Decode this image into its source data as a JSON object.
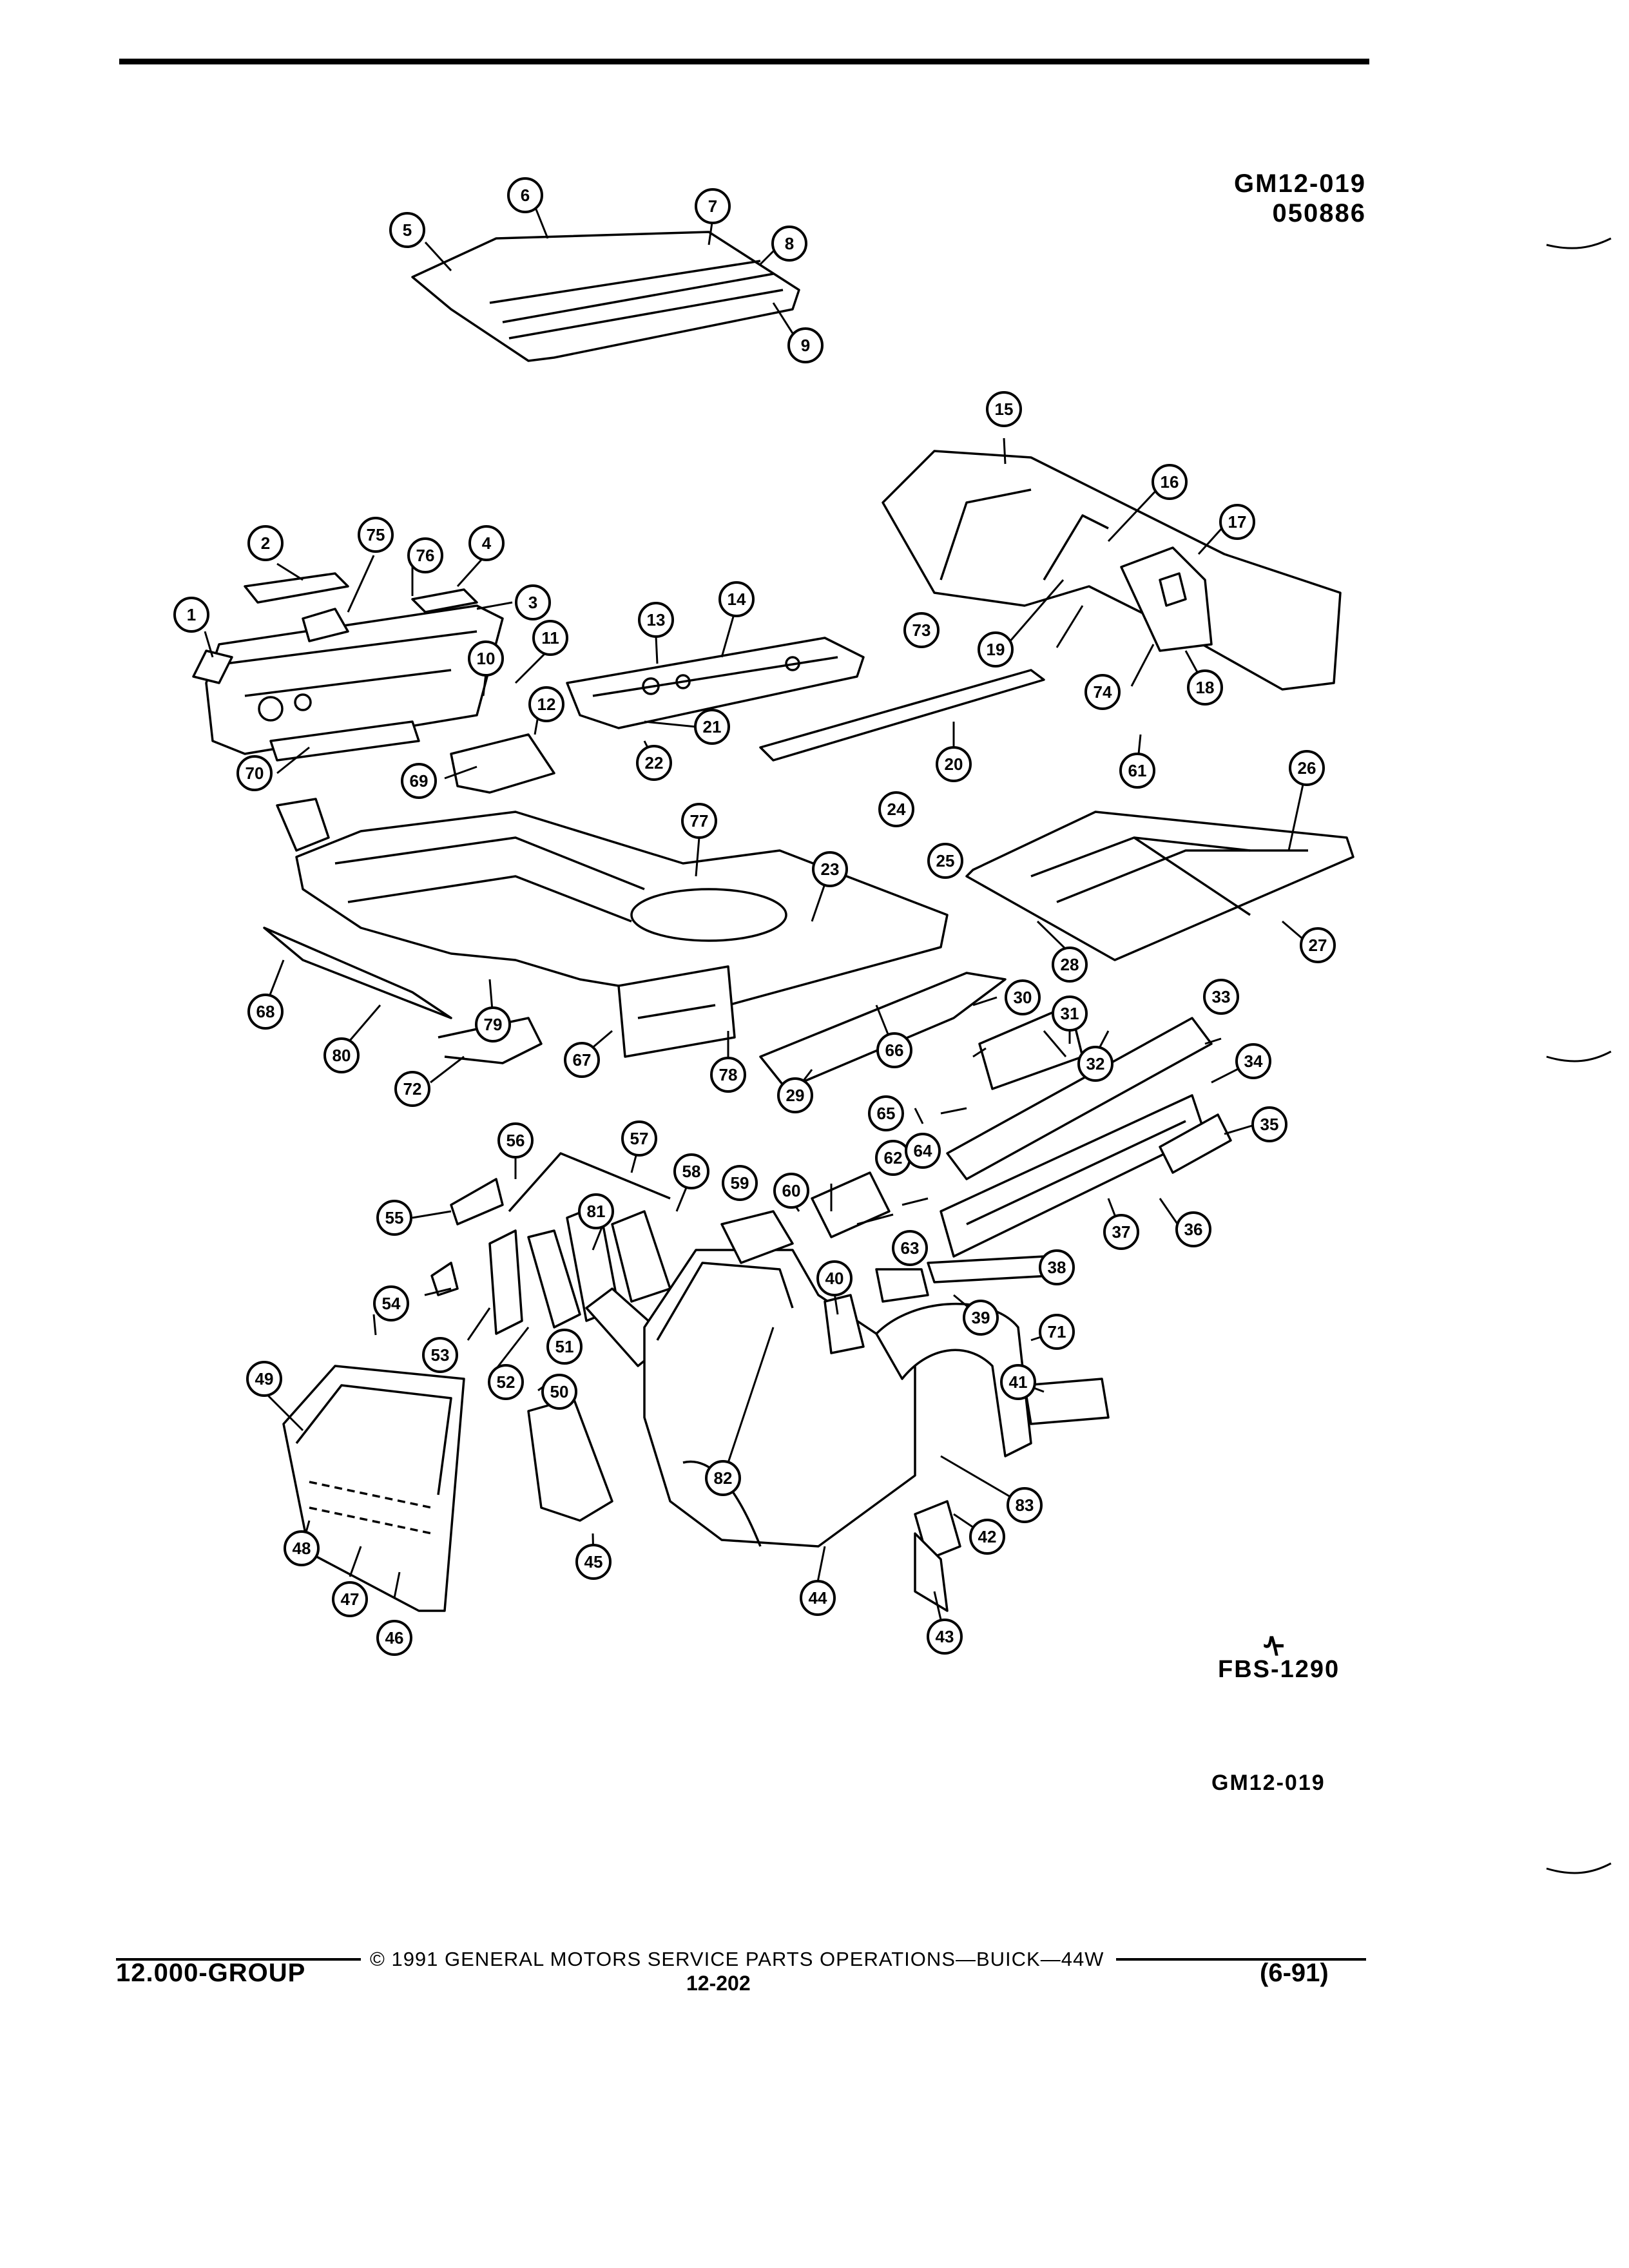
{
  "header": {
    "code": "GM12-019",
    "date_code": "050886"
  },
  "callouts": [
    "1",
    "2",
    "3",
    "4",
    "5",
    "6",
    "7",
    "8",
    "9",
    "10",
    "11",
    "12",
    "13",
    "14",
    "15",
    "16",
    "17",
    "18",
    "19",
    "20",
    "21",
    "22",
    "23",
    "24",
    "25",
    "26",
    "27",
    "28",
    "29",
    "30",
    "31",
    "32",
    "33",
    "34",
    "35",
    "36",
    "37",
    "38",
    "39",
    "40",
    "41",
    "42",
    "43",
    "44",
    "45",
    "46",
    "47",
    "48",
    "49",
    "50",
    "51",
    "52",
    "53",
    "54",
    "55",
    "56",
    "57",
    "58",
    "59",
    "60",
    "61",
    "62",
    "63",
    "64",
    "65",
    "66",
    "67",
    "68",
    "69",
    "70",
    "71",
    "72",
    "73",
    "74",
    "75",
    "76",
    "77",
    "78",
    "79",
    "80",
    "81",
    "82",
    "83"
  ],
  "figure_ref": {
    "symbol": "ᠰ",
    "code": "FBS-1290"
  },
  "bottom_code": "GM12-019",
  "footer": {
    "group": "12.000-GROUP",
    "copyright": "© 1991 GENERAL MOTORS SERVICE PARTS OPERATIONS—BUICK—44W",
    "page": "12-202",
    "revision": "(6-91)"
  }
}
